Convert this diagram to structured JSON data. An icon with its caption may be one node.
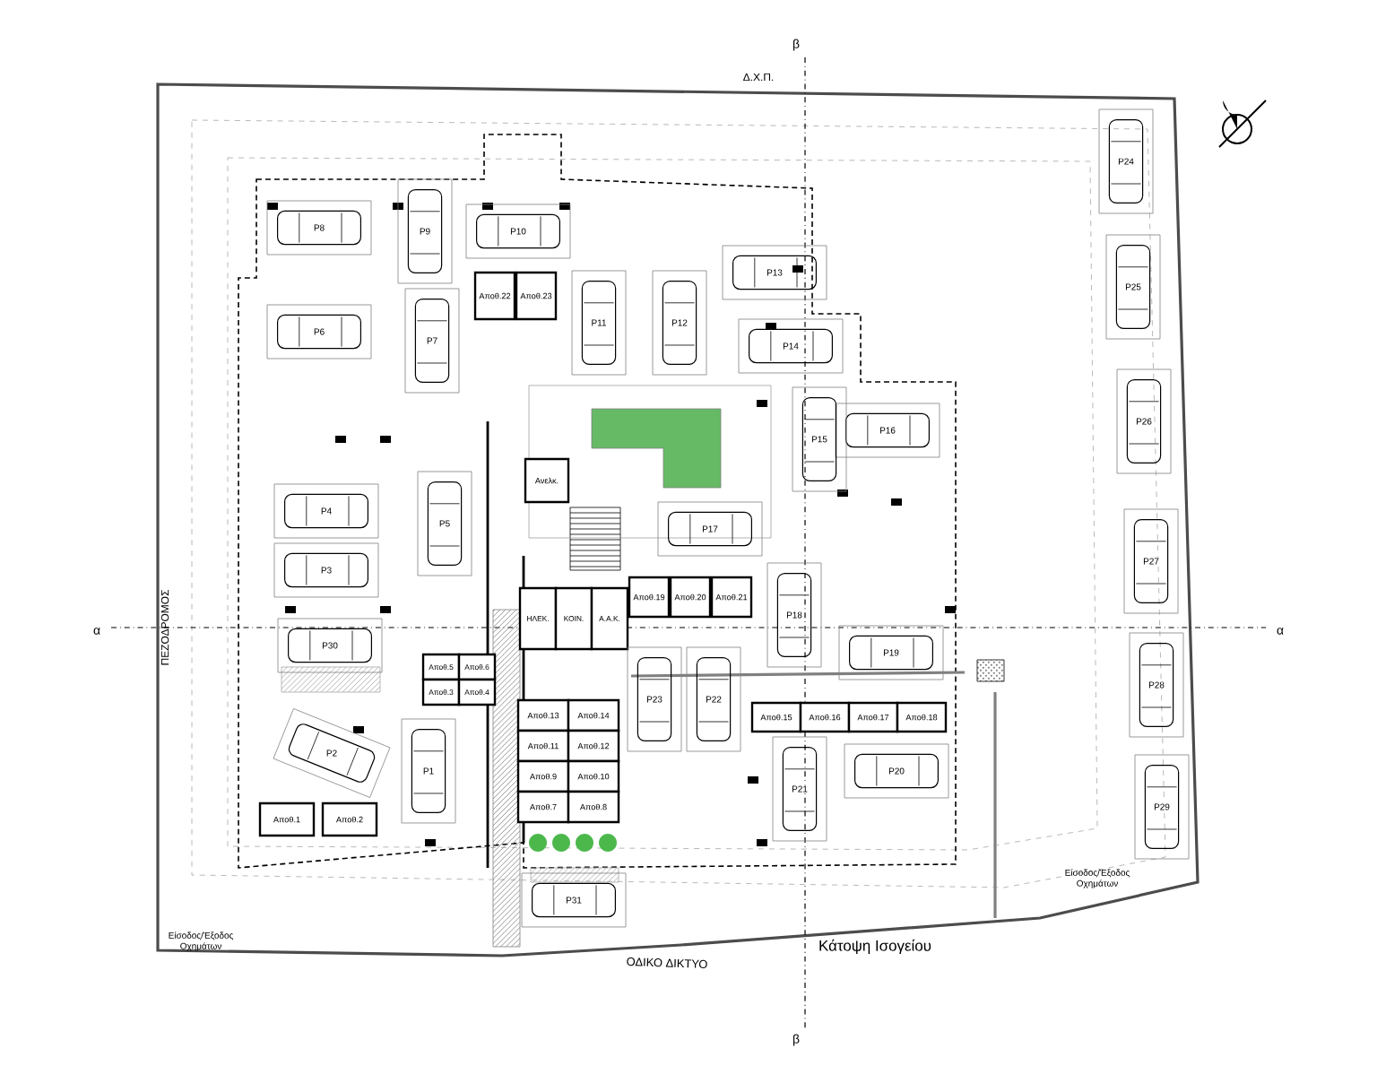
{
  "diagram": {
    "title": "Κάτοψη Ισογείου",
    "nodes": [
      {
        "text": [
          "P24"
        ]
      },
      {
        "text": [
          "P8"
        ]
      },
      {
        "text": [
          "P9"
        ]
      },
      {
        "text": [
          "P10"
        ]
      },
      {
        "text": [
          "P13"
        ]
      },
      {
        "text": [
          "P25"
        ]
      },
      {
        "text": [
          "Αποθ.22"
        ]
      },
      {
        "text": [
          "Αποθ.23"
        ]
      },
      {
        "text": [
          "P11"
        ]
      },
      {
        "text": [
          "P12"
        ]
      },
      {
        "text": [
          "P6"
        ]
      },
      {
        "text": [
          "P7"
        ]
      },
      {
        "text": [
          "P14"
        ]
      },
      {
        "text": [
          "P26"
        ]
      },
      {
        "text": [
          "P16"
        ]
      },
      {
        "text": [
          "P15"
        ]
      },
      {
        "text": [
          "Ανελκ."
        ]
      },
      {
        "text": [
          "P4"
        ]
      },
      {
        "text": [
          "P5"
        ]
      },
      {
        "text": [
          "P17"
        ]
      },
      {
        "text": [
          "P27"
        ]
      },
      {
        "text": [
          "P3"
        ]
      },
      {
        "text": [
          "Αποθ.19"
        ]
      },
      {
        "text": [
          "Αποθ.20"
        ]
      },
      {
        "text": [
          "Αποθ.21"
        ]
      },
      {
        "text": [
          "ΗΛΕΚ."
        ]
      },
      {
        "text": [
          "ΚΟΙΝ."
        ]
      },
      {
        "text": [
          "Α.Α.Κ."
        ]
      },
      {
        "text": [
          "P18"
        ]
      },
      {
        "text": [
          "P30"
        ]
      },
      {
        "text": [
          "P19"
        ]
      },
      {
        "text": [
          "Αποθ.5"
        ]
      },
      {
        "text": [
          "Αποθ.6"
        ]
      },
      {
        "text": [
          "P28"
        ]
      },
      {
        "text": [
          "P23"
        ]
      },
      {
        "text": [
          "P22"
        ]
      },
      {
        "text": [
          "Αποθ.3"
        ]
      },
      {
        "text": [
          "Αποθ.4"
        ]
      },
      {
        "text": [
          "Αποθ.15"
        ]
      },
      {
        "text": [
          "Αποθ.16"
        ]
      },
      {
        "text": [
          "Αποθ.17"
        ]
      },
      {
        "text": [
          "Αποθ.18"
        ]
      },
      {
        "text": [
          "Αποθ.13"
        ]
      },
      {
        "text": [
          "Αποθ.14"
        ]
      },
      {
        "text": [
          "Αποθ.11"
        ]
      },
      {
        "text": [
          "Αποθ.12"
        ]
      },
      {
        "text": [
          "P2"
        ]
      },
      {
        "text": [
          "P1"
        ]
      },
      {
        "text": [
          "P20"
        ]
      },
      {
        "text": [
          "P21"
        ]
      },
      {
        "text": [
          "Αποθ.9"
        ]
      },
      {
        "text": [
          "Αποθ.10"
        ]
      },
      {
        "text": [
          "P29"
        ]
      },
      {
        "text": [
          "Αποθ.7"
        ]
      },
      {
        "text": [
          "Αποθ.8"
        ]
      },
      {
        "text": [
          "Αποθ.1"
        ]
      },
      {
        "text": [
          "Αποθ.2"
        ]
      },
      {
        "text": [
          "P31"
        ]
      }
    ],
    "labels": [
      "β",
      "Δ.Χ.Π.",
      "α",
      "α",
      "ΠΕΖΟΔΡΟΜΟΣ",
      "Είσοδος/Έξοδος Οχημάτων",
      "Είσοδος/Έξοδος Οχημάτων",
      "ΟΔΙΚΟ ΔΙΚΤΥΟ",
      "β"
    ]
  }
}
